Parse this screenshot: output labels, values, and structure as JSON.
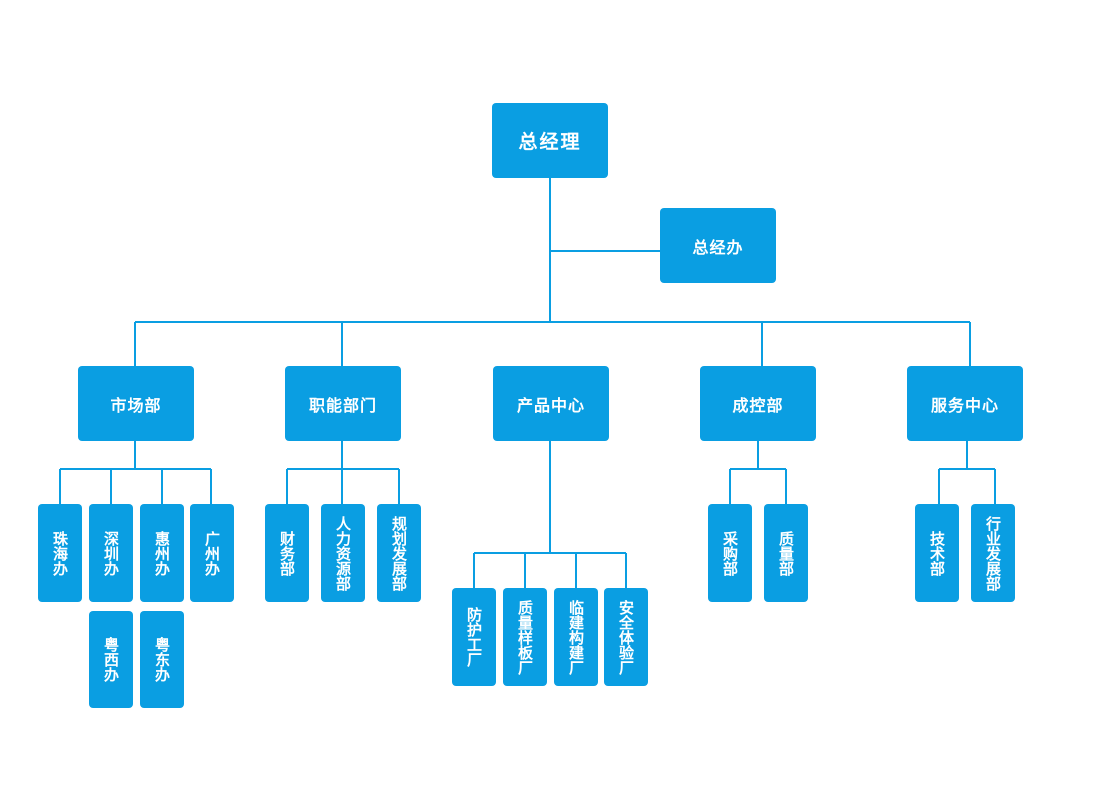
{
  "org": {
    "ceo": "总经理",
    "ceo_office": "总经办",
    "departments": {
      "market": "市场部",
      "functional": "职能部门",
      "product": "产品中心",
      "cost": "成控部",
      "service": "服务中心"
    },
    "market_units": [
      "珠海办",
      "深圳办",
      "惠州办",
      "广州办",
      "粤西办",
      "粤东办"
    ],
    "functional_units": [
      "财务部",
      "人力资源部",
      "规划发展部"
    ],
    "product_units": [
      "防护工厂",
      "质量样板厂",
      "临建构建厂",
      "安全体验厂"
    ],
    "cost_units": [
      "采购部",
      "质量部"
    ],
    "service_units": [
      "技术部",
      "行业发展部"
    ]
  },
  "colors": {
    "node": "#0a9ee2",
    "line": "#0a9ee2",
    "text": "#ffffff"
  }
}
